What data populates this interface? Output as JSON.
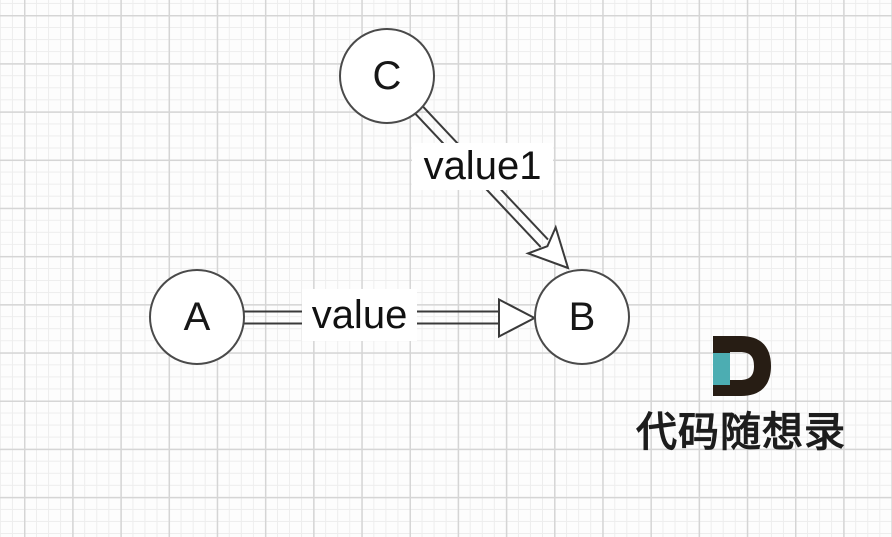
{
  "canvas": {
    "background_color": "#fdfdfd",
    "grid_minor_color": "#ededed",
    "grid_major_color": "#d5d5d5"
  },
  "graph": {
    "nodes": [
      {
        "id": "A",
        "label": "A"
      },
      {
        "id": "B",
        "label": "B"
      },
      {
        "id": "C",
        "label": "C"
      }
    ],
    "edges": [
      {
        "from": "A",
        "to": "B",
        "label": "value",
        "style": "double-line-hollow-arrow"
      },
      {
        "from": "C",
        "to": "B",
        "label": "value1",
        "style": "double-line-hollow-arrow"
      }
    ],
    "node_fill": "#ffffff",
    "node_stroke": "#4a4a4a",
    "edge_stroke": "#3a3a3a",
    "label_background": "#ffffff",
    "label_text_color": "#111111"
  },
  "watermark": {
    "logo_letter": "D",
    "logo_dark_color": "#271d14",
    "logo_teal_color": "#4cadb2",
    "site_name": "代码随想录"
  }
}
